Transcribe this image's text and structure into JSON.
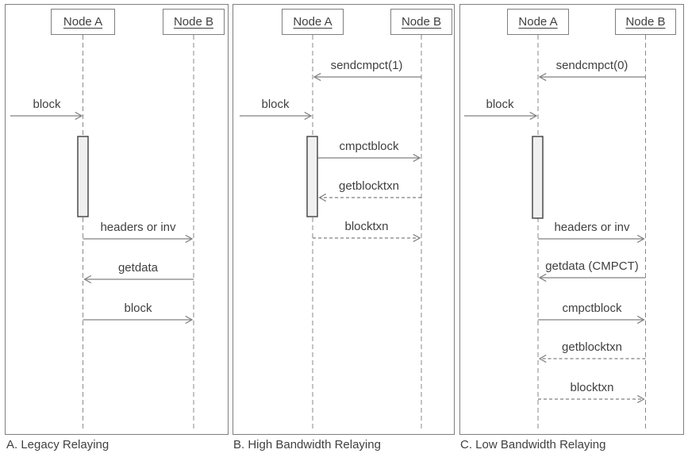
{
  "colors": {
    "line": "#808080",
    "lifeline": "#8a8a8a",
    "text": "#404040",
    "panel_border": "#7f7f7f",
    "activation_fill": "#f0f0f0",
    "activation_border": "#3f3f3f"
  },
  "panels": [
    {
      "caption": "A. Legacy Relaying",
      "actors": {
        "a": "Node A",
        "b": "Node B"
      },
      "messages": [
        {
          "label": "block",
          "from": "external",
          "to": "node-a",
          "line": "solid"
        },
        {
          "label": "headers or inv",
          "from": "node-a",
          "to": "node-b",
          "line": "solid"
        },
        {
          "label": "getdata",
          "from": "node-b",
          "to": "node-a",
          "line": "solid"
        },
        {
          "label": "block",
          "from": "node-a",
          "to": "node-b",
          "line": "solid"
        }
      ]
    },
    {
      "caption": "B. High Bandwidth Relaying",
      "actors": {
        "a": "Node A",
        "b": "Node B"
      },
      "messages": [
        {
          "label": "sendcmpct(1)",
          "from": "node-b",
          "to": "node-a",
          "line": "solid"
        },
        {
          "label": "block",
          "from": "external",
          "to": "node-a",
          "line": "solid"
        },
        {
          "label": "cmpctblock",
          "from": "node-a",
          "to": "node-b",
          "line": "solid"
        },
        {
          "label": "getblocktxn",
          "from": "node-b",
          "to": "node-a",
          "line": "dashed"
        },
        {
          "label": "blocktxn",
          "from": "node-a",
          "to": "node-b",
          "line": "dashed"
        }
      ]
    },
    {
      "caption": "C. Low Bandwidth Relaying",
      "actors": {
        "a": "Node A",
        "b": "Node B"
      },
      "messages": [
        {
          "label": "sendcmpct(0)",
          "from": "node-b",
          "to": "node-a",
          "line": "solid"
        },
        {
          "label": "block",
          "from": "external",
          "to": "node-a",
          "line": "solid"
        },
        {
          "label": "headers or inv",
          "from": "node-a",
          "to": "node-b",
          "line": "solid"
        },
        {
          "label": "getdata (CMPCT)",
          "from": "node-b",
          "to": "node-a",
          "line": "solid"
        },
        {
          "label": "cmpctblock",
          "from": "node-a",
          "to": "node-b",
          "line": "solid"
        },
        {
          "label": "getblocktxn",
          "from": "node-b",
          "to": "node-a",
          "line": "dashed"
        },
        {
          "label": "blocktxn",
          "from": "node-a",
          "to": "node-b",
          "line": "dashed"
        }
      ]
    }
  ]
}
